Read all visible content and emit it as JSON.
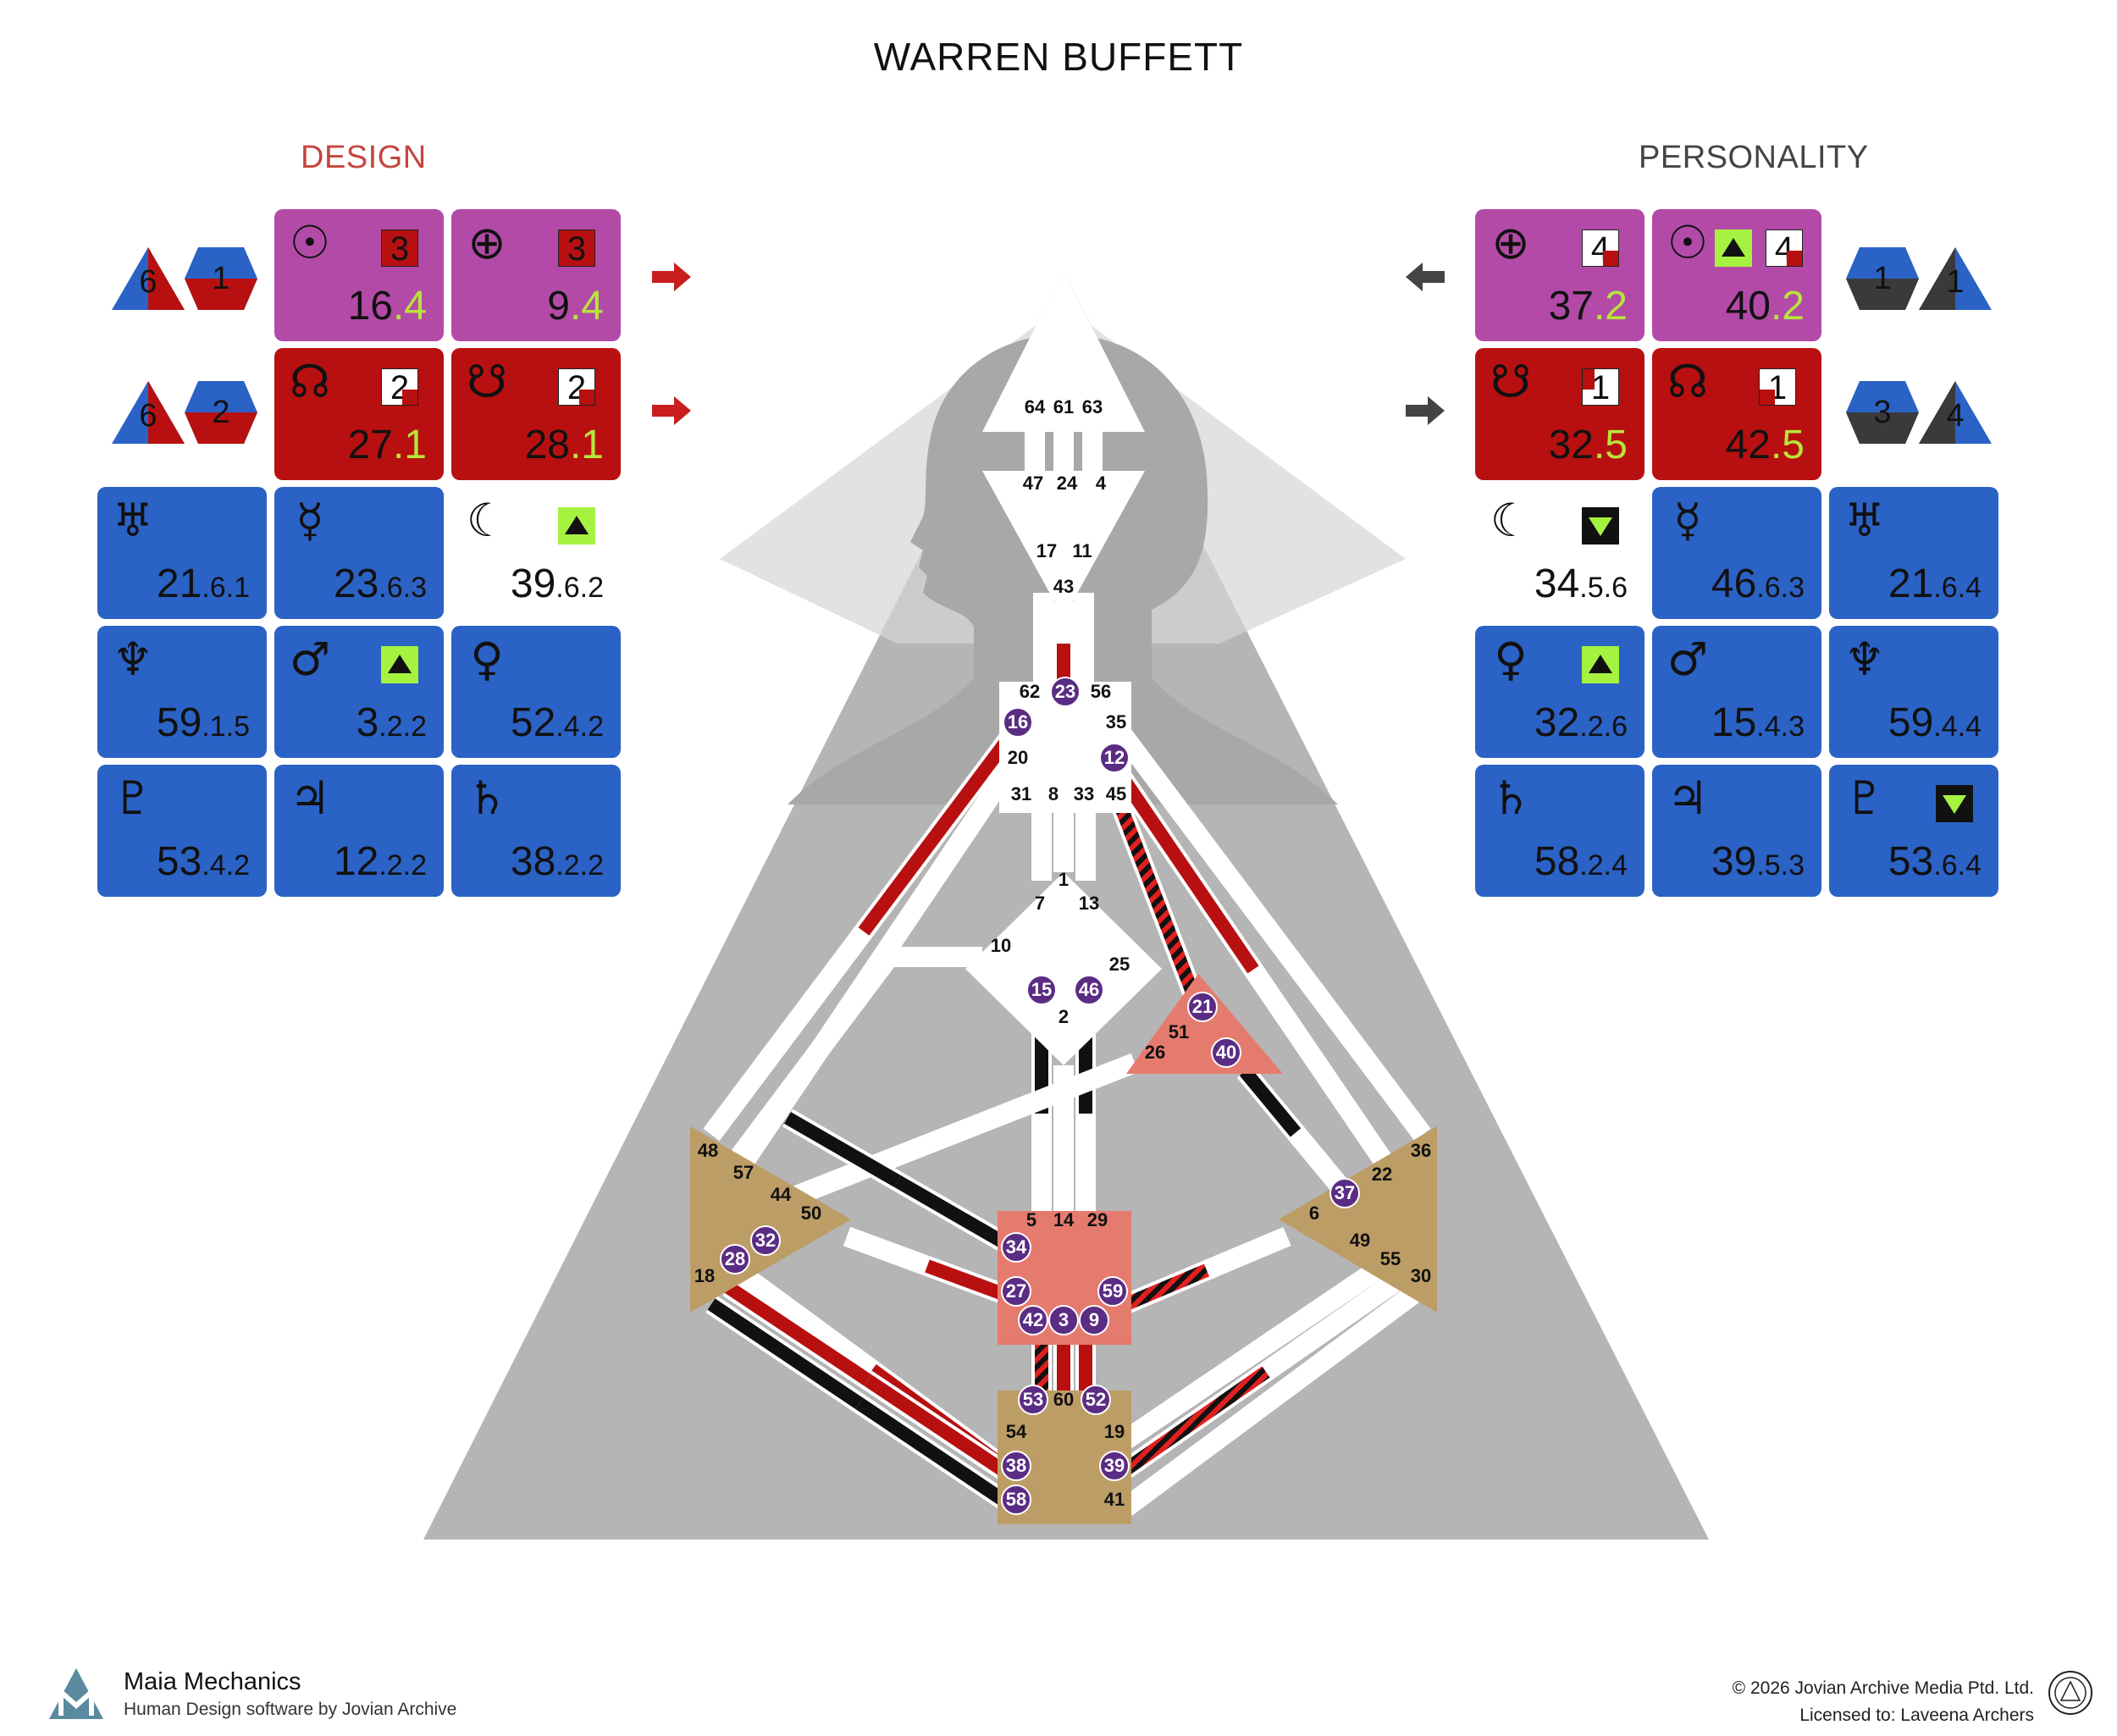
{
  "title": "WARREN BUFFETT",
  "design": {
    "heading": "DESIGN",
    "sun": {
      "icon": "sun-icon",
      "gate": "16",
      "line": ".4",
      "badge": "3"
    },
    "earth": {
      "icon": "earth-icon",
      "gate": "9",
      "line": ".4",
      "badge": "3"
    },
    "north_node": {
      "icon": "north-node-icon",
      "gate": "27",
      "line": ".1",
      "badge": "2"
    },
    "south_node": {
      "icon": "south-node-icon",
      "gate": "28",
      "line": ".1",
      "badge": "2"
    },
    "uranus": {
      "icon": "uranus-icon",
      "gate": "21",
      "sub": ".6.1"
    },
    "mercury": {
      "icon": "mercury-icon",
      "gate": "23",
      "sub": ".6.3"
    },
    "moon": {
      "icon": "moon-icon",
      "gate": "39",
      "sub": ".6.2"
    },
    "neptune": {
      "icon": "neptune-icon",
      "gate": "59",
      "sub": ".1.5"
    },
    "mars": {
      "icon": "mars-icon",
      "gate": "3",
      "sub": ".2.2"
    },
    "venus": {
      "icon": "venus-icon",
      "gate": "52",
      "sub": ".4.2"
    },
    "pluto": {
      "icon": "pluto-icon",
      "gate": "53",
      "sub": ".4.2"
    },
    "jupiter": {
      "icon": "jupiter-icon",
      "gate": "12",
      "sub": ".2.2"
    },
    "saturn": {
      "icon": "saturn-icon",
      "gate": "38",
      "sub": ".2.2"
    },
    "variable_top": {
      "tri": "6",
      "hex": "1"
    },
    "variable_bottom": {
      "tri": "6",
      "hex": "2"
    }
  },
  "personality": {
    "heading": "PERSONALITY",
    "earth": {
      "icon": "earth-icon",
      "gate": "37",
      "line": ".2",
      "badge": "4"
    },
    "sun": {
      "icon": "sun-icon",
      "gate": "40",
      "line": ".2",
      "badge": "4"
    },
    "south_node": {
      "icon": "south-node-icon",
      "gate": "32",
      "line": ".5",
      "badge": "1"
    },
    "north_node": {
      "icon": "north-node-icon",
      "gate": "42",
      "line": ".5",
      "badge": "1"
    },
    "moon": {
      "icon": "moon-icon",
      "gate": "34",
      "sub": ".5.6"
    },
    "mercury": {
      "icon": "mercury-icon",
      "gate": "46",
      "sub": ".6.3"
    },
    "uranus": {
      "icon": "uranus-icon",
      "gate": "21",
      "sub": ".6.4"
    },
    "venus": {
      "icon": "venus-icon",
      "gate": "32",
      "sub": ".2.6"
    },
    "mars": {
      "icon": "mars-icon",
      "gate": "15",
      "sub": ".4.3"
    },
    "neptune": {
      "icon": "neptune-icon",
      "gate": "59",
      "sub": ".4.4"
    },
    "saturn": {
      "icon": "saturn-icon",
      "gate": "58",
      "sub": ".2.4"
    },
    "jupiter": {
      "icon": "jupiter-icon",
      "gate": "39",
      "sub": ".5.3"
    },
    "pluto": {
      "icon": "pluto-icon",
      "gate": "53",
      "sub": ".6.4"
    },
    "variable_top": {
      "hex": "1",
      "tri": "1"
    },
    "variable_bottom": {
      "hex": "3",
      "tri": "4"
    }
  },
  "gates": {
    "head": [
      "64",
      "61",
      "63"
    ],
    "ajna": [
      "47",
      "24",
      "4",
      "17",
      "11",
      "43"
    ],
    "throat": [
      "62",
      "23",
      "56",
      "16",
      "35",
      "20",
      "12",
      "31",
      "8",
      "33",
      "45"
    ],
    "g": [
      "1",
      "7",
      "13",
      "10",
      "25",
      "15",
      "46",
      "2"
    ],
    "ego": [
      "21",
      "51",
      "26",
      "40"
    ],
    "spleen": [
      "48",
      "57",
      "44",
      "50",
      "32",
      "28",
      "18"
    ],
    "solar_plexus": [
      "36",
      "22",
      "37",
      "6",
      "49",
      "55",
      "30"
    ],
    "sacral": [
      "5",
      "14",
      "29",
      "34",
      "27",
      "59",
      "42",
      "3",
      "9"
    ],
    "root": [
      "53",
      "60",
      "52",
      "54",
      "19",
      "38",
      "39",
      "58",
      "41"
    ]
  },
  "colors": {
    "design_red": "#b81010",
    "personality_black": "#111111",
    "tile_blue": "#2b62c5",
    "tile_purple": "#b44aa7",
    "tile_red": "#b81010",
    "center_tan": "#bd9d66",
    "center_salmon": "#e57b6e",
    "active_gate": "#5b2c83"
  },
  "footer": {
    "brand": "Maia Mechanics",
    "tagline": "Human Design software by Jovian Archive",
    "copyright": "© 2026 Jovian Archive Media Ptd. Ltd.",
    "license": "Licensed to: Laveena Archers"
  }
}
